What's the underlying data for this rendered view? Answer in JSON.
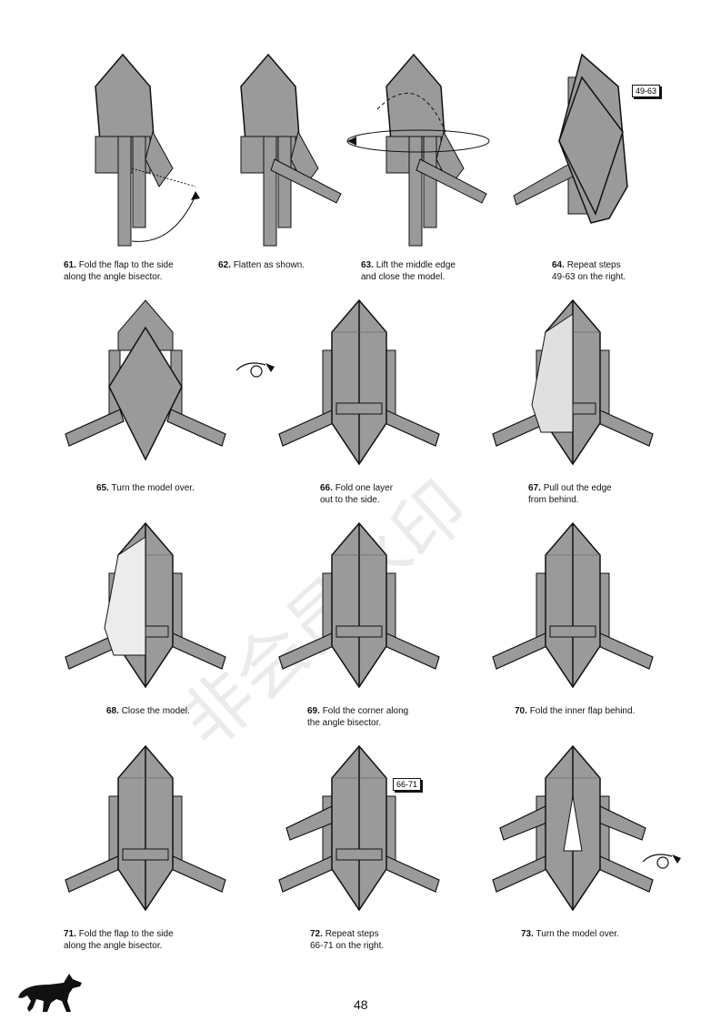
{
  "page_number": "48",
  "watermark": "非会员水印",
  "colors": {
    "paper": "#9a9a9a",
    "paper_light": "#e8e8e8",
    "line": "#111111"
  },
  "steps": [
    {
      "num": "61.",
      "text": [
        "Fold the flap to the side",
        "along the angle bisector."
      ]
    },
    {
      "num": "62.",
      "text": [
        "Flatten as shown.",
        ""
      ]
    },
    {
      "num": "63.",
      "text": [
        "Lift the middle edge",
        "and close the model."
      ]
    },
    {
      "num": "64.",
      "text": [
        "Repeat steps",
        "49-63 on the right."
      ],
      "ref": "49-63"
    },
    {
      "num": "65.",
      "text": [
        "Turn the model over.",
        ""
      ]
    },
    {
      "num": "66.",
      "text": [
        "Fold one layer",
        "out to the side."
      ]
    },
    {
      "num": "67.",
      "text": [
        "Pull out the edge",
        "from behind."
      ]
    },
    {
      "num": "68.",
      "text": [
        "Close the model.",
        ""
      ]
    },
    {
      "num": "69.",
      "text": [
        "Fold the corner along",
        "the angle bisector."
      ]
    },
    {
      "num": "70.",
      "text": [
        "Fold the inner flap behind.",
        ""
      ]
    },
    {
      "num": "71.",
      "text": [
        "Fold the flap to the side",
        "along the angle bisector."
      ]
    },
    {
      "num": "72.",
      "text": [
        "Repeat steps",
        "66-71 on the right."
      ],
      "ref": "66-71"
    },
    {
      "num": "73.",
      "text": [
        "Turn the model over.",
        ""
      ]
    }
  ]
}
